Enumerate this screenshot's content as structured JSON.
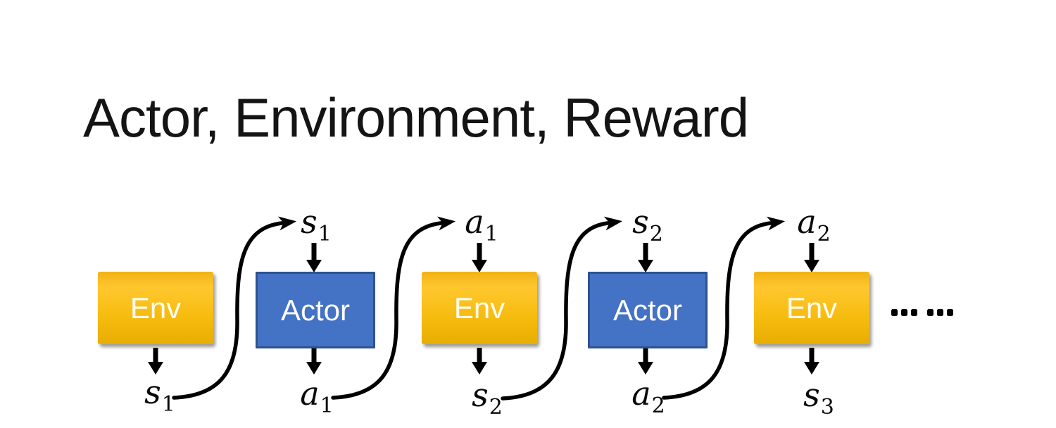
{
  "title": "Actor, Environment, Reward",
  "diagram": {
    "boxes": [
      {
        "label": "Env",
        "type": "env"
      },
      {
        "label": "Actor",
        "type": "actor"
      },
      {
        "label": "Env",
        "type": "env"
      },
      {
        "label": "Actor",
        "type": "actor"
      },
      {
        "label": "Env",
        "type": "env"
      }
    ],
    "top_labels": [
      {
        "var": "s",
        "sub": "1"
      },
      {
        "var": "a",
        "sub": "1"
      },
      {
        "var": "s",
        "sub": "2"
      },
      {
        "var": "a",
        "sub": "2"
      }
    ],
    "bottom_labels": [
      {
        "var": "s",
        "sub": "1"
      },
      {
        "var": "a",
        "sub": "1"
      },
      {
        "var": "s",
        "sub": "2"
      },
      {
        "var": "a",
        "sub": "2"
      },
      {
        "var": "s",
        "sub": "3"
      }
    ],
    "ellipsis": "……"
  },
  "colors": {
    "ink": "#000000",
    "env_top": "#F1B215",
    "env_mid": "#FFC72E",
    "env_bottom": "#E8AD02",
    "actor_fill": "#4472C4",
    "actor_border": "#2F528F"
  }
}
